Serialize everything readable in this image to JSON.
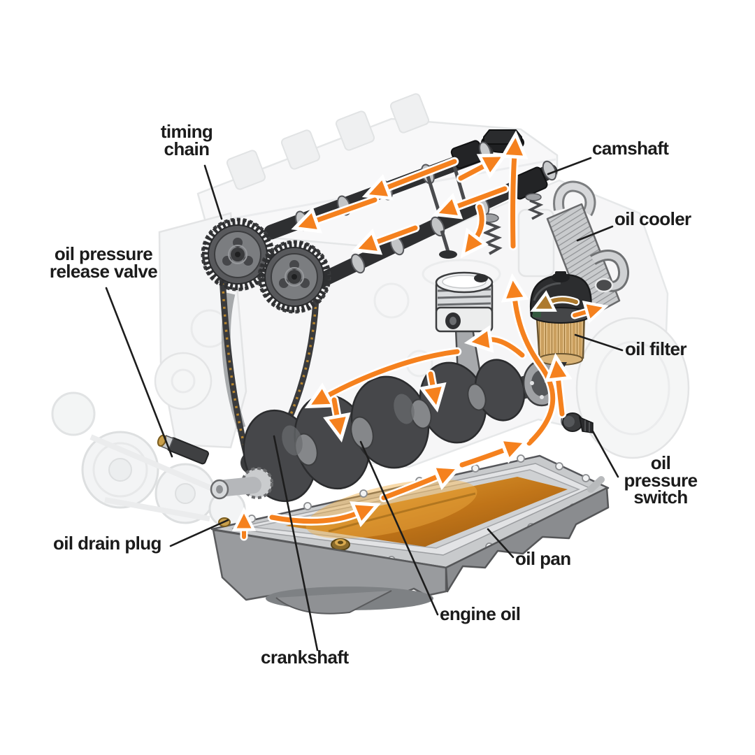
{
  "diagram": {
    "subject": "engine-lubrication-system",
    "labels": {
      "timing_chain": "timing\nchain",
      "camshaft": "camshaft",
      "oil_cooler": "oil cooler",
      "oil_pressure_release_valve": "oil pressure\nrelease valve",
      "oil_filter": "oil filter",
      "oil_pressure_switch": "oil\npressure\nswitch",
      "oil_drain_plug": "oil drain plug",
      "oil_pan": "oil pan",
      "engine_oil": "engine oil",
      "crankshaft": "crankshaft"
    },
    "colors": {
      "flow_arrow": "#F5811E",
      "flow_arrow_outline": "#FFFFFF",
      "engine_oil": "#C07418",
      "filter_media": "#E2BD83",
      "label_text": "#1B1B1B",
      "metal_dark": "#3A3B3D",
      "ghost_gray": "#D5D7D9"
    }
  }
}
